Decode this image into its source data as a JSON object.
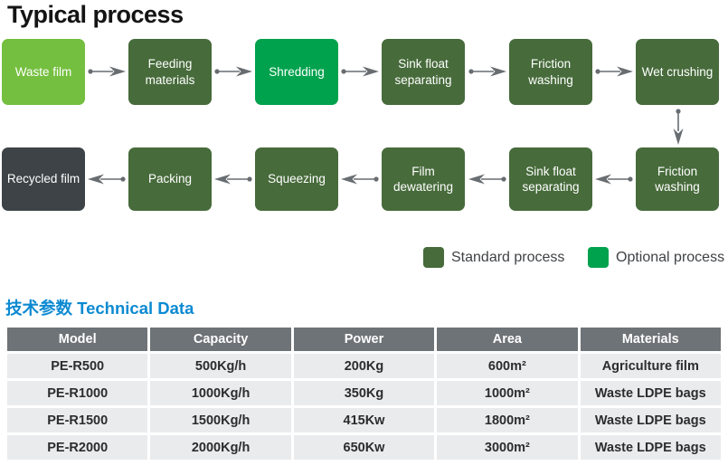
{
  "title": "Typical process",
  "colors": {
    "optional_lime": "#74bf3f",
    "standard_green": "#476b3b",
    "optional_green": "#00a24d",
    "recycled_gray": "#3d4347",
    "arrow_gray": "#686d71",
    "heading_blue": "#0c8ad2",
    "table_header_bg": "#6e7377",
    "table_row_bg": "#eaebec"
  },
  "flow": {
    "row1": [
      {
        "label": "Waste film",
        "type": "optional-lime"
      },
      {
        "label": "Feeding materials",
        "type": "standard"
      },
      {
        "label": "Shredding",
        "type": "optional"
      },
      {
        "label": "Sink float separating",
        "type": "standard"
      },
      {
        "label": "Friction washing",
        "type": "standard"
      },
      {
        "label": "Wet crushing",
        "type": "standard"
      }
    ],
    "row2": [
      {
        "label": "Recycled film",
        "type": "result"
      },
      {
        "label": "Packing",
        "type": "standard"
      },
      {
        "label": "Squeezing",
        "type": "standard"
      },
      {
        "label": "Film dewatering",
        "type": "standard"
      },
      {
        "label": "Sink float separating",
        "type": "standard"
      },
      {
        "label": "Friction washing",
        "type": "standard"
      }
    ]
  },
  "legend": {
    "standard": "Standard process",
    "optional": "Optional process"
  },
  "section_heading": {
    "zh": "技术参数",
    "en": "Technical Data"
  },
  "table": {
    "headers": [
      "Model",
      "Capacity",
      "Power",
      "Area",
      "Materials"
    ],
    "rows": [
      [
        "PE-R500",
        "500Kg/h",
        "200Kg",
        "600m²",
        "Agriculture film"
      ],
      [
        "PE-R1000",
        "1000Kg/h",
        "350Kg",
        "1000m²",
        "Waste LDPE bags"
      ],
      [
        "PE-R1500",
        "1500Kg/h",
        "415Kw",
        "1800m²",
        "Waste LDPE bags"
      ],
      [
        "PE-R2000",
        "2000Kg/h",
        "650Kw",
        "3000m²",
        "Waste LDPE bags"
      ]
    ]
  }
}
